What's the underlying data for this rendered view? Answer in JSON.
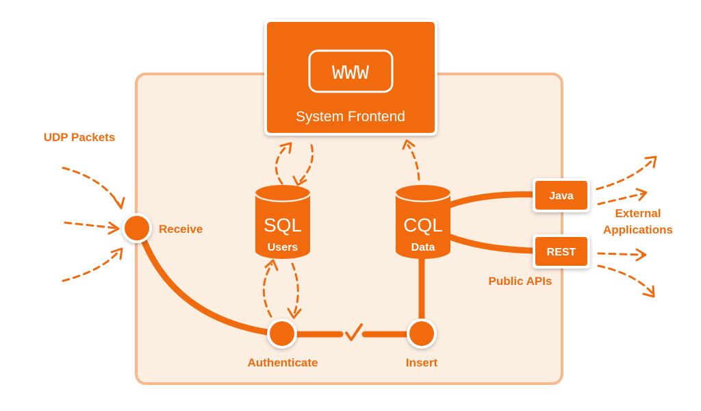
{
  "frontend": {
    "www_label": "WWW",
    "title": "System Frontend"
  },
  "databases": {
    "sql": {
      "name": "SQL",
      "label": "Users"
    },
    "cql": {
      "name": "CQL",
      "label": "Data"
    }
  },
  "nodes": {
    "receive": "Receive",
    "authenticate": "Authenticate",
    "insert": "Insert"
  },
  "apis": {
    "java": "Java",
    "rest": "REST",
    "public_apis": "Public APIs"
  },
  "external": {
    "line1": "External",
    "line2": "Applications"
  },
  "inputs": {
    "udp_packets": "UDP Packets"
  },
  "colors": {
    "accent": "#f26a0e",
    "container_fill": "#fdeee2",
    "container_border": "#f8b88a"
  },
  "icons": {
    "check": "checkmark-icon"
  }
}
